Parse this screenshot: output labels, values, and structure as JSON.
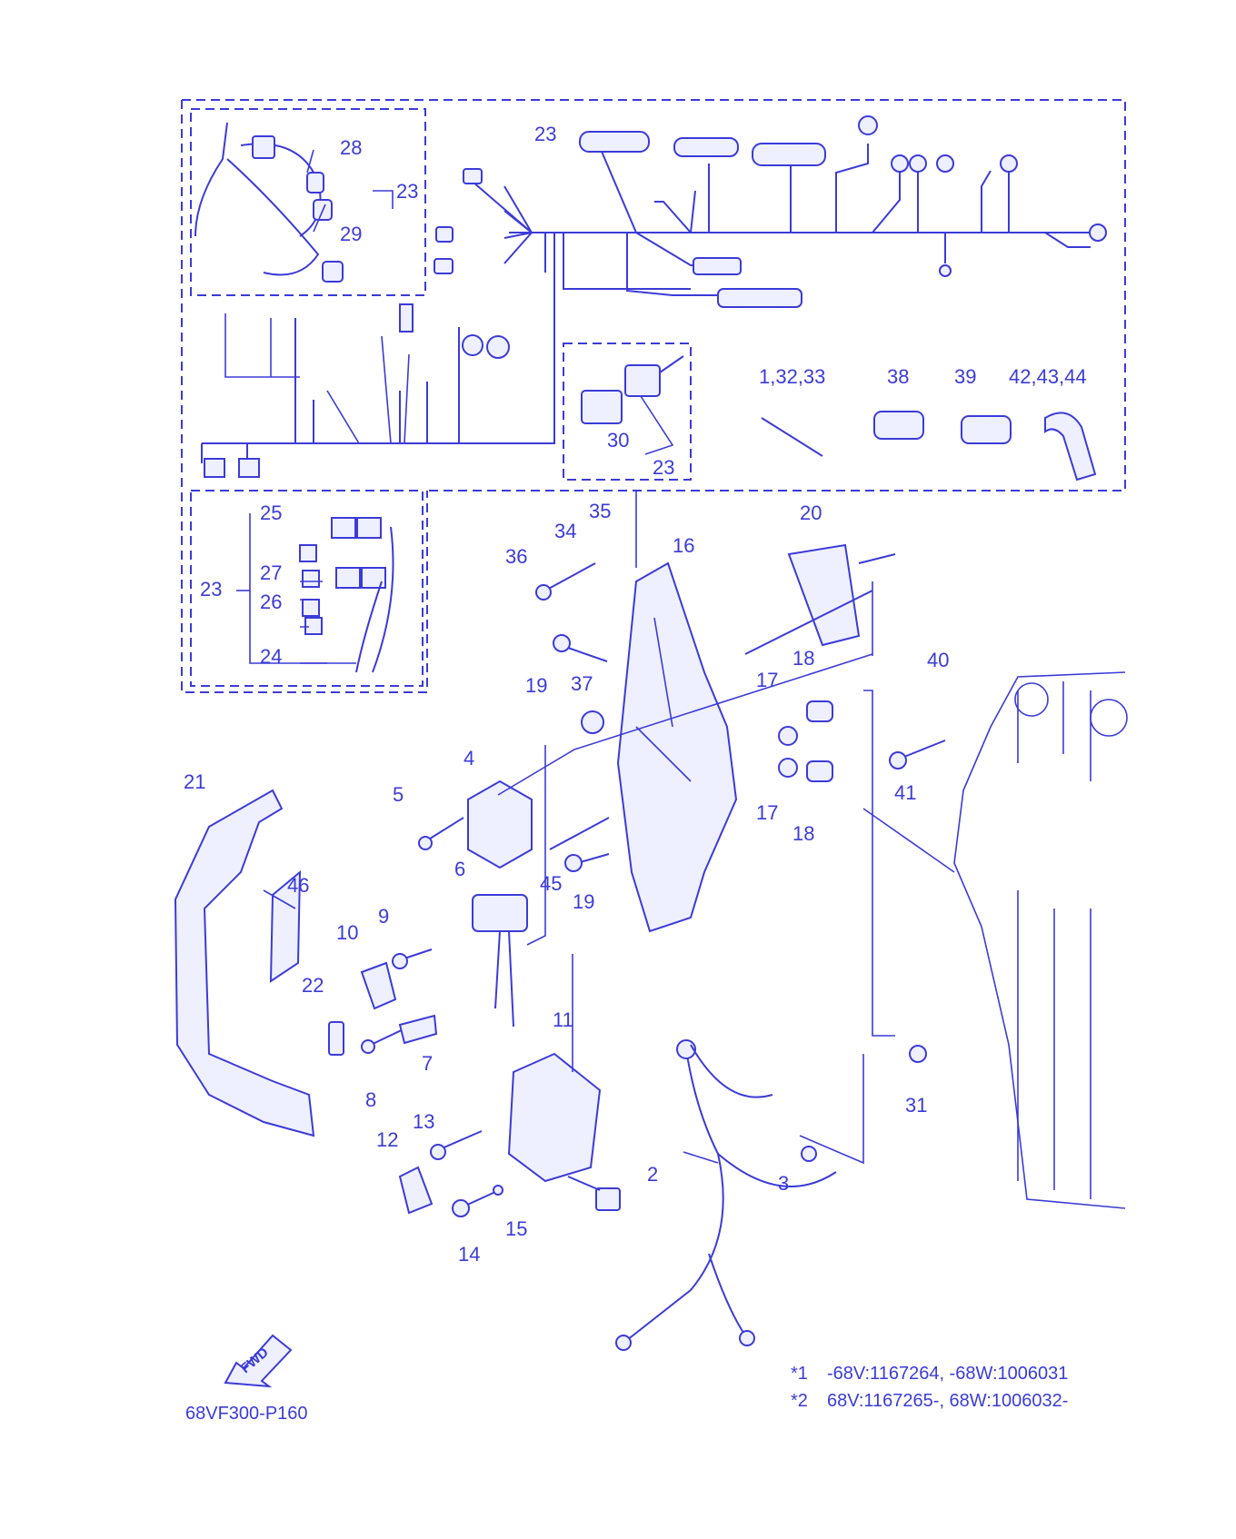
{
  "colors": {
    "ink": "#3b3bd8",
    "fill": "#eef0ff",
    "background": "#ffffff"
  },
  "callouts": {
    "c23a": "23",
    "c28": "28",
    "c29": "29",
    "c23b": "23",
    "c30": "30",
    "c23c": "23",
    "c1_32_33": "1,32,33",
    "c38": "38",
    "c39": "39",
    "c42_43_44": "42,43,44",
    "c25": "25",
    "c27": "27",
    "c23d": "23",
    "c26": "26",
    "c24": "24",
    "c35": "35",
    "c34": "34",
    "c36": "36",
    "c16": "16",
    "c20": "20",
    "c19a": "19",
    "c37": "37",
    "c18a": "18",
    "c17a": "17",
    "c40": "40",
    "c4": "4",
    "c5": "5",
    "c17b": "17",
    "c18b": "18",
    "c41": "41",
    "c21": "21",
    "c46": "46",
    "c6": "6",
    "c45": "45",
    "c19b": "19",
    "c9": "9",
    "c10": "10",
    "c22": "22",
    "c7": "7",
    "c8": "8",
    "c11": "11",
    "c13": "13",
    "c12": "12",
    "c31": "31",
    "c2": "2",
    "c3": "3",
    "c14": "14",
    "c15": "15"
  },
  "fwd_arrow_text": "FWD",
  "diagram_code": "68VF300-P160",
  "notes": [
    {
      "mark": "*1",
      "text": "-68V:1167264, -68W:1006031"
    },
    {
      "mark": "*2",
      "text": "68V:1167265-, 68W:1006032-"
    }
  ]
}
